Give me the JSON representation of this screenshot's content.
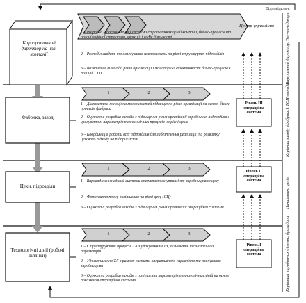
{
  "header": {
    "responsible_label": "Відповідальні"
  },
  "top": {
    "strategy_box": "Корпоративний директор на чолі компанії",
    "items": [
      "1 – Розробка (удосконалення) системи стратегічних цілей компанії, бізнес-процесів та організаційної структури, функцій і видів діяльності",
      "2 – Розподіл завдань та делегування повноважень на рівні структурних підрозділів",
      "3 – Визначення вимог до рівня організації і моніторинг ефективності бізнес-процесів з позицій СОТ"
    ],
    "center_label": "Центр управління",
    "responsible": "Генеральний директор, Топ-менеджери"
  },
  "levels": [
    {
      "box": "Фабрика, завод",
      "arrows": [
        "1",
        "2",
        "3"
      ],
      "items": [
        "1 – Діагностика та оцінка можливостей підвищення рівня організації на основі бізнес-процесів фабрики",
        "2 – Оцінка та розробка заходів з підвищення рівня організації виробничих підрозділів з урахуванням параметрів технологічних процесів на рівні цехів",
        "3 – Координація роботи всіх підрозділів для забезпечення реалізації та розвитку цехового підходу на підприємстві"
      ],
      "level_label": "Рівень III операційна система",
      "responsible": "Керівник заводу (фабрики), ТОП-менеджер"
    },
    {
      "box": "Цехи, підрозділи",
      "arrows": [
        "1",
        "2",
        "3"
      ],
      "items": [
        "1 – Впровадження єдиної системи оперативного управління виробництвом цеху",
        "2 – Формування плану поліпшення на рівні цеху (СЦ)",
        "3 – Оцінка та розробка заходів з підвищення рівня організації операційної системи"
      ],
      "level_label": "Рівень II операційна система",
      "responsible": "Начальники цехів"
    },
    {
      "box": "Технологічні лінії (робочі ділянки)",
      "arrows": [
        "1",
        "2",
        "3"
      ],
      "items": [
        "1 – Структурування процесів ТЛ з урахуванням ТЗ, визначення технологічних параметрів",
        "2 – Удосконалення ТЛ в рамках системи оперативного управління та планування виробництва",
        "3 – Оцінка та розробка заходів з поліпшення параметрів технологічних ліній на основі показників операційної системи"
      ],
      "level_label": "Рівень I операційна система",
      "responsible": "Керівники виробничих ділянок, бригадири"
    }
  ]
}
